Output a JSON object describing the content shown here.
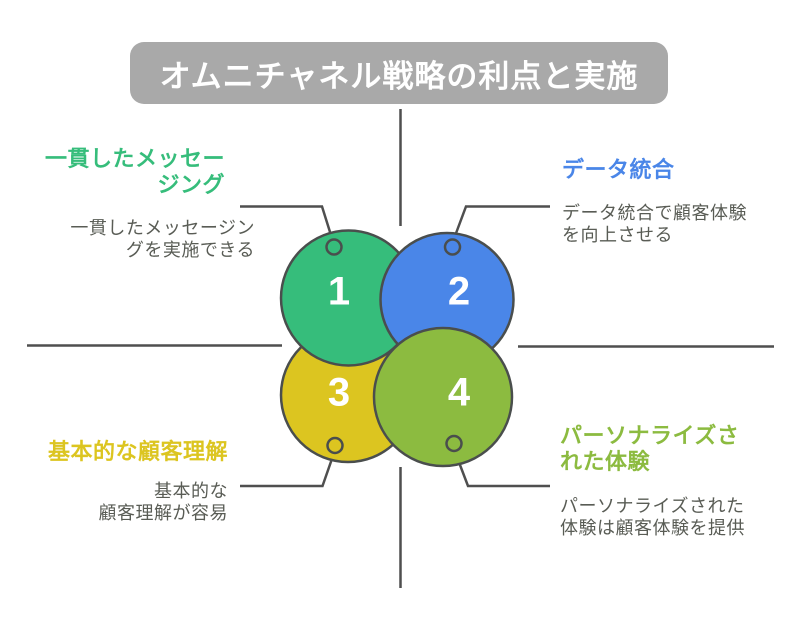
{
  "title": "オムニチャネル戦略の利点と実施",
  "colors": {
    "title_bg": "#a9a9a9",
    "stroke": "#4a4e4d",
    "line": "#4f4f4f",
    "circle1": "#36bd7b",
    "circle2": "#4a86e8",
    "circle3": "#dcc520",
    "circle4": "#8cbb40",
    "body_text": "#595c55"
  },
  "items": [
    {
      "number": "1",
      "heading": "一貫したメッセー\nジング",
      "body": "一貫したメッセージン\nグを実施できる"
    },
    {
      "number": "2",
      "heading": "データ統合",
      "body": "データ統合で顧客体験\nを向上させる"
    },
    {
      "number": "3",
      "heading": "基本的な顧客理解",
      "body": "基本的な\n顧客理解が容易"
    },
    {
      "number": "4",
      "heading": "パーソナライズさ\nれた体験",
      "body": "パーソナライズされた\n体験は顧客体験を提供"
    }
  ]
}
